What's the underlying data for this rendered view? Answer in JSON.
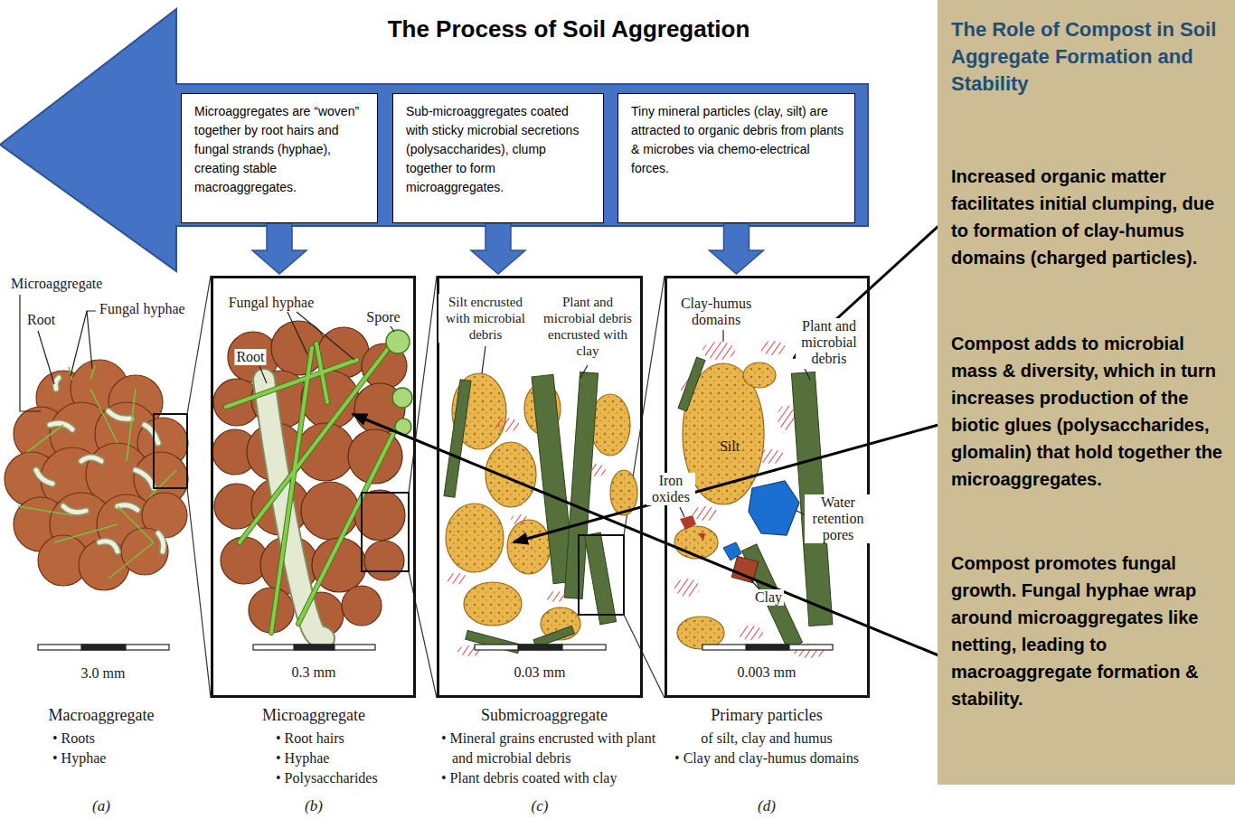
{
  "diagram": {
    "title": "The Process of Soil Aggregation",
    "nodes": [
      {
        "text": [
          "Microaggregates are “woven” together by root hairs and fungal strands (hyphae), creating stable macroaggregates."
        ]
      },
      {
        "text": [
          "Sub-microaggregates coated with sticky microbial secretions (polysaccharides), clump together to form microaggregates."
        ]
      },
      {
        "text": [
          "Tiny mineral particles (clay, silt) are attracted to organic debris from plants & microbes via chemo-electrical forces."
        ]
      },
      {
        "text": [
          "Fungal hyphae",
          "Spore",
          "Root",
          "0.3 mm",
          "Microaggregate",
          "• Root hairs",
          "• Hyphae",
          "• Polysaccharides",
          "(b)"
        ]
      },
      {
        "text": [
          "Silt encrusted with microbial debris",
          "Plant and microbial debris encrusted with clay",
          "0.03 mm",
          "Submicroaggregate",
          "• Mineral grains encrusted with plant and microbial debris",
          "• Plant debris coated with clay",
          "(c)"
        ]
      },
      {
        "text": [
          "Clay-humus domains",
          "Plant and microbial debris",
          "Silt",
          "Iron oxides",
          "Water retention pores",
          "Clay",
          "0.003 mm",
          "Primary particles",
          "of silt, clay and humus",
          "• Clay and clay-humus domains",
          "(d)"
        ]
      },
      {
        "text": [
          "The Role of Compost in Soil Aggregate Formation and Stability",
          "Increased organic matter facilitates initial clumping, due to formation of clay-humus domains (charged particles).",
          "Compost adds to microbial mass & diversity, which in turn increases production of the biotic glues (polysaccharides, glomalin) that hold together the microaggregates.",
          "Compost promotes fungal growth. Fungal hyphae wrap around microaggregates like netting, leading to macroaggregate formation & stability."
        ]
      }
    ],
    "edges": [
      {
        "from": 0,
        "to": 3,
        "arrow": "to"
      },
      {
        "from": 1,
        "to": 4,
        "arrow": "to"
      },
      {
        "from": 2,
        "to": 5,
        "arrow": "to"
      }
    ],
    "labels": [
      "Microaggregate",
      "Root",
      "Fungal hyphae",
      "3.0 mm",
      "Macroaggregate",
      "• Roots",
      "• Hyphae",
      "(a)"
    ]
  }
}
